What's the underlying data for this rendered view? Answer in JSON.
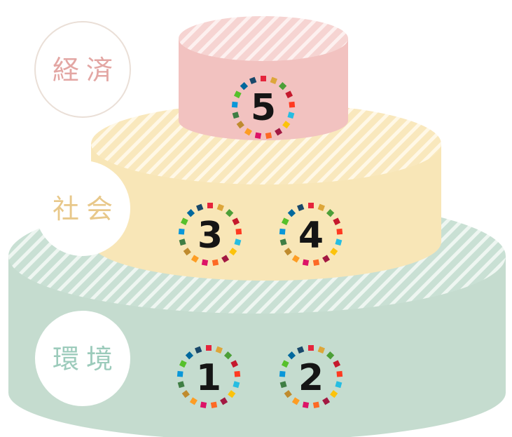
{
  "tiers": {
    "environment": {
      "label": "環境",
      "fill": "#c5dccf",
      "top_fill": "#c9e0d4",
      "stripe": "#eef6f1",
      "label_color": "#9ccbbb",
      "badges": [
        "1",
        "2"
      ]
    },
    "society": {
      "label": "社会",
      "fill": "#f8e6b7",
      "top_fill": "#f9e8bd",
      "stripe": "#fff8e6",
      "label_color": "#e8c88a",
      "badges": [
        "3",
        "4"
      ]
    },
    "economy": {
      "label": "経済",
      "fill": "#f2c2c0",
      "top_fill": "#f6d4d2",
      "stripe": "#fdf0ef",
      "label_color": "#e3a6a3",
      "badges": [
        "5"
      ]
    }
  },
  "badge_ring_colors": [
    "#e5243b",
    "#dda63a",
    "#4c9f38",
    "#c5192d",
    "#ff3a21",
    "#26bde2",
    "#fcc30b",
    "#a21942",
    "#fd6925",
    "#dd1367",
    "#fd9d24",
    "#bf8b2e",
    "#3f7e44",
    "#0a97d9",
    "#56c02b",
    "#00689d",
    "#19486a"
  ],
  "label_circle_border": "#eadfd7"
}
